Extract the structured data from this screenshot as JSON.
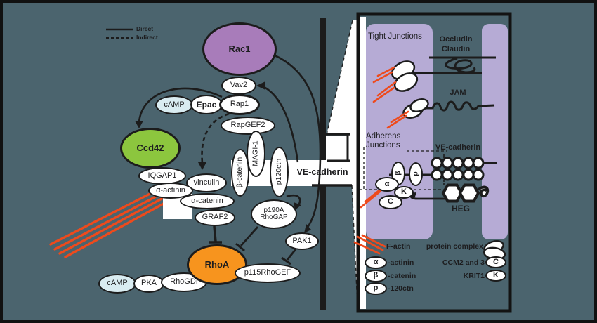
{
  "colors": {
    "background": "#4b646e",
    "membrane_lavender": "#b6abd5",
    "rac1_fill": "#a87cba",
    "ccd42_fill": "#8cc63e",
    "rhoa_fill": "#f7941e",
    "camp_fill": "#d9ecf1",
    "f_actin_red": "#ee4a1c",
    "line_black": "#1c1c1c",
    "rap1_vav2_arrow_blue": "#6fa8dc"
  },
  "legend_top": {
    "direct": "Direct",
    "indirect": "Indirect"
  },
  "nodes": {
    "rac1": "Rac1",
    "vav2": "Vav2",
    "rap1": "Rap1",
    "epac": "Epac",
    "camp_top": "cAMP",
    "rapgef2": "RapGEF2",
    "ccd42": "Ccd42",
    "iqgap1": "IQGAP1",
    "alpha_actinin": "α-actinin",
    "vinculin": "vinculin",
    "alpha_catenin": "α-catenin",
    "graf2": "GRAF2",
    "beta_catenin": "β-catenin",
    "magi1": "MAGI-1",
    "p120ctn": "p120ctn",
    "ve_cadherin": "VE-cadherin",
    "p190a_rhogap": "p190A RhoGAP",
    "pak1": "PAK1",
    "p115rhogef": "p115RhoGEF",
    "rhoa": "RhoA",
    "rhogdi": "RhoGDI",
    "pka": "PKA",
    "camp_bottom": "cAMP"
  },
  "panel": {
    "tight_junctions": "Tight Junctions",
    "occludin": "Occludin",
    "claudin": "Claudin",
    "jam": "JAM",
    "adherens_junctions": "Adherens Junctions",
    "ve_cadherin": "VE-cadherin",
    "heg": "HEG",
    "letters": {
      "alpha": "α",
      "beta": "β",
      "p": "p",
      "k": "K",
      "c": "C"
    }
  },
  "legend_bottom": {
    "f_actin": "F-actin",
    "protein_complex": "protein complex",
    "alpha": "α",
    "actinin_suffix": "-actinin",
    "beta": "β",
    "catenin_suffix": "-catenin",
    "p": "p",
    "p120_suffix": "-120ctn",
    "ccm2_and_3": "CCM2 and 3",
    "c": "C",
    "krit1": "KRIT1",
    "k": "K"
  }
}
